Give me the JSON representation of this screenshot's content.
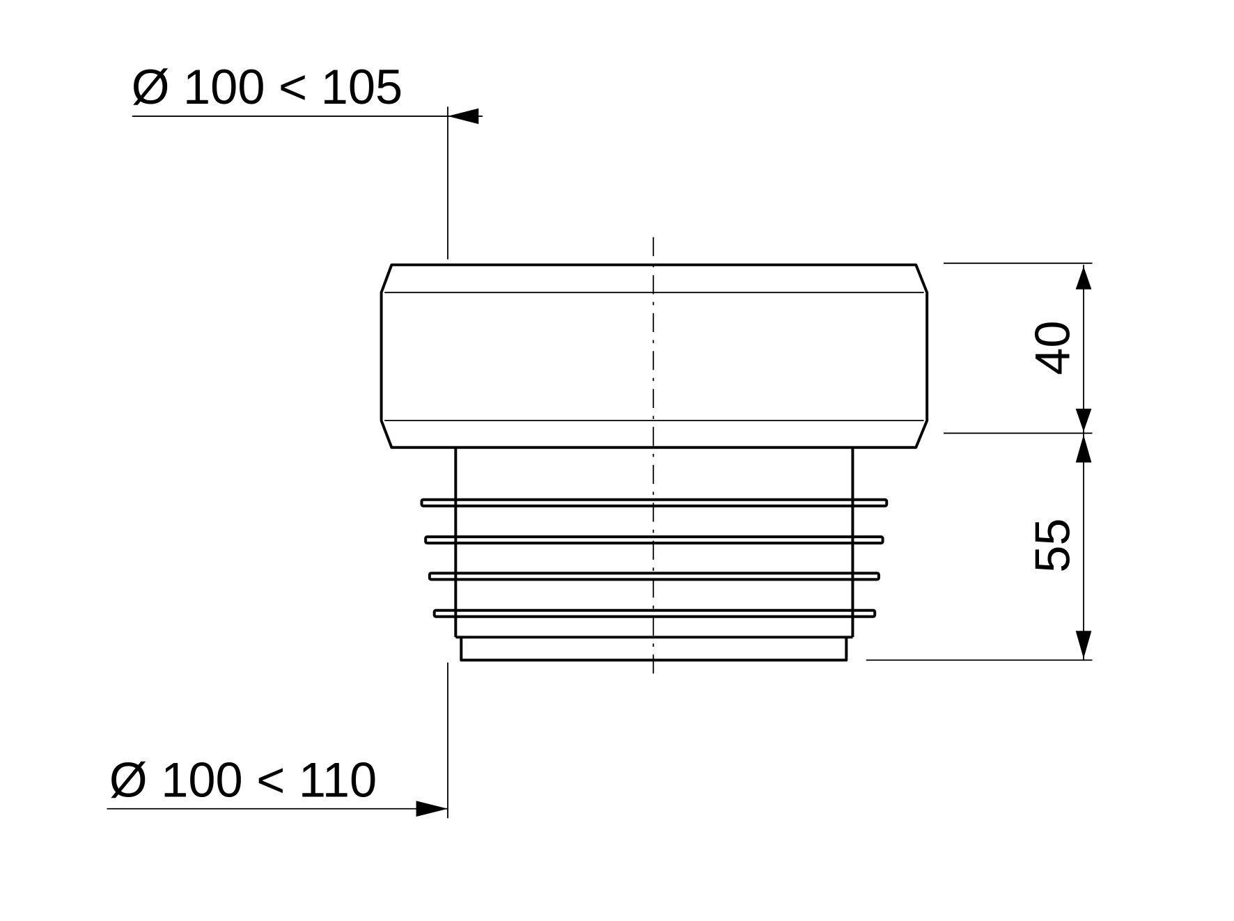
{
  "drawing": {
    "top_diameter_label": "Ø 100 < 105",
    "bottom_diameter_label": "Ø 100 < 110",
    "upper_height_label": "40",
    "lower_height_label": "55",
    "line_color": "#000000",
    "background_color": "#ffffff"
  }
}
